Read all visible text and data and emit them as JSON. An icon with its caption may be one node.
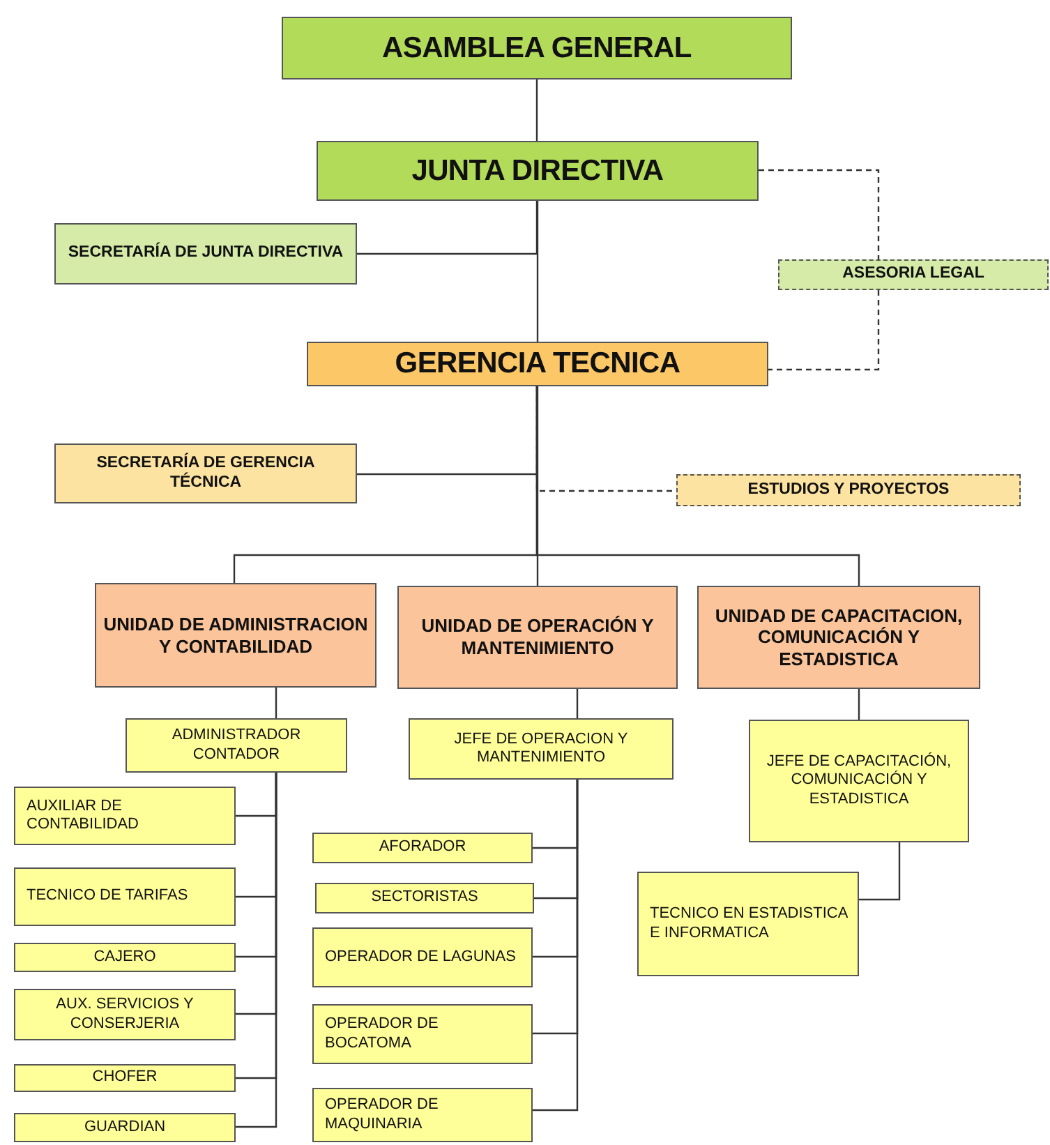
{
  "diagram": {
    "nodes": [
      {
        "text": [
          "ASAMBLEA GENERAL"
        ]
      },
      {
        "text": [
          "JUNTA DIRECTIVA"
        ]
      },
      {
        "text": [
          "SECRETARÍA DE JUNTA DIRECTIVA"
        ]
      },
      {
        "text": [
          "ASESORIA LEGAL"
        ]
      },
      {
        "text": [
          "GERENCIA TECNICA"
        ]
      },
      {
        "text": [
          "SECRETARÍA DE GERENCIA TÉCNICA"
        ]
      },
      {
        "text": [
          "ESTUDIOS Y PROYECTOS"
        ]
      },
      {
        "text": [
          "UNIDAD DE ADMINISTRACION Y CONTABILIDAD"
        ]
      },
      {
        "text": [
          "UNIDAD DE OPERACIÓN Y MANTENIMIENTO"
        ]
      },
      {
        "text": [
          "UNIDAD DE CAPACITACION, COMUNICACIÓN Y ESTADISTICA"
        ]
      },
      {
        "text": [
          "ADMINISTRADOR CONTADOR"
        ]
      },
      {
        "text": [
          "JEFE DE OPERACION Y MANTENIMIENTO"
        ]
      },
      {
        "text": [
          "JEFE DE CAPACITACIÓN, COMUNICACIÓN Y ESTADISTICA"
        ]
      },
      {
        "text": [
          "AUXILIAR DE CONTABILIDAD"
        ]
      },
      {
        "text": [
          "TECNICO DE TARIFAS"
        ]
      },
      {
        "text": [
          "CAJERO"
        ]
      },
      {
        "text": [
          "AUX. SERVICIOS Y CONSERJERIA"
        ]
      },
      {
        "text": [
          "CHOFER"
        ]
      },
      {
        "text": [
          "GUARDIAN"
        ]
      },
      {
        "text": [
          "AFORADOR"
        ]
      },
      {
        "text": [
          "SECTORISTAS"
        ]
      },
      {
        "text": [
          "OPERADOR DE LAGUNAS"
        ]
      },
      {
        "text": [
          "OPERADOR DE BOCATOMA"
        ]
      },
      {
        "text": [
          "OPERADOR DE MAQUINARIA"
        ]
      },
      {
        "text": [
          "TECNICO EN ESTADISTICA E INFORMATICA"
        ]
      }
    ],
    "edges": [
      {
        "from": 0,
        "to": 1,
        "arrow": "none"
      },
      {
        "from": 1,
        "to": 2,
        "arrow": "none"
      },
      {
        "from": 1,
        "to": 3,
        "arrow": "none",
        "style": "dashed"
      },
      {
        "from": 3,
        "to": 4,
        "arrow": "none",
        "style": "dashed"
      },
      {
        "from": 1,
        "to": 4,
        "arrow": "none"
      },
      {
        "from": 4,
        "to": 5,
        "arrow": "none"
      },
      {
        "from": 4,
        "to": 6,
        "arrow": "none",
        "style": "dashed"
      },
      {
        "from": 4,
        "to": 7,
        "arrow": "none"
      },
      {
        "from": 4,
        "to": 8,
        "arrow": "none"
      },
      {
        "from": 4,
        "to": 9,
        "arrow": "none"
      },
      {
        "from": 7,
        "to": 10,
        "arrow": "none"
      },
      {
        "from": 8,
        "to": 11,
        "arrow": "none"
      },
      {
        "from": 9,
        "to": 12,
        "arrow": "none"
      },
      {
        "from": 10,
        "to": 13,
        "arrow": "none"
      },
      {
        "from": 10,
        "to": 14,
        "arrow": "none"
      },
      {
        "from": 10,
        "to": 15,
        "arrow": "none"
      },
      {
        "from": 10,
        "to": 16,
        "arrow": "none"
      },
      {
        "from": 10,
        "to": 17,
        "arrow": "none"
      },
      {
        "from": 10,
        "to": 18,
        "arrow": "none"
      },
      {
        "from": 11,
        "to": 19,
        "arrow": "none"
      },
      {
        "from": 11,
        "to": 20,
        "arrow": "none"
      },
      {
        "from": 11,
        "to": 21,
        "arrow": "none"
      },
      {
        "from": 11,
        "to": 22,
        "arrow": "none"
      },
      {
        "from": 11,
        "to": 23,
        "arrow": "none"
      },
      {
        "from": 12,
        "to": 24,
        "arrow": "none"
      }
    ]
  }
}
